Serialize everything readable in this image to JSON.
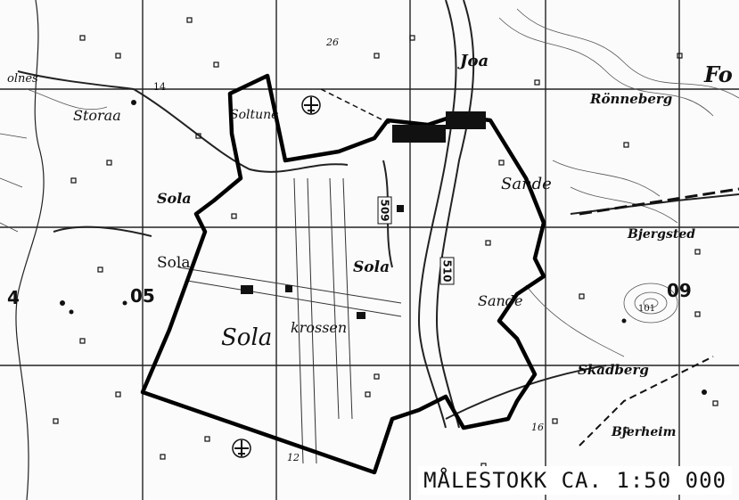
{
  "map": {
    "scale_text": "MÅLESTOKK CA. 1:50 000",
    "place_labels": {
      "olnes": "olnes",
      "storaa": "Storaa",
      "sola_top": "Sola",
      "sola_mid": "Sola",
      "sola_big": "Sola",
      "krossen": "krossen",
      "sola_airport": "Sola",
      "soltune": "Soltune",
      "joa": "Joa",
      "fo": "Fo",
      "ronneberg": "Rönneberg",
      "sande": "Sande",
      "bjergsted": "Bjergsted",
      "sande_lower": "Sande",
      "skadberg": "Skadberg",
      "bjerheim": "Bjerheim"
    },
    "grid_numbers": {
      "left": "4",
      "mid": "05",
      "right": "09"
    },
    "small_numbers": {
      "n14": "14",
      "n26": "26",
      "n16": "16",
      "n12": "12",
      "n101": "101"
    },
    "road_numbers": {
      "r509": "509",
      "r510": "510"
    },
    "colors": {
      "ink": "#111111",
      "paper": "#fbfbfb"
    },
    "icons": [
      "airport-icon-top",
      "airport-icon-bottom"
    ]
  }
}
